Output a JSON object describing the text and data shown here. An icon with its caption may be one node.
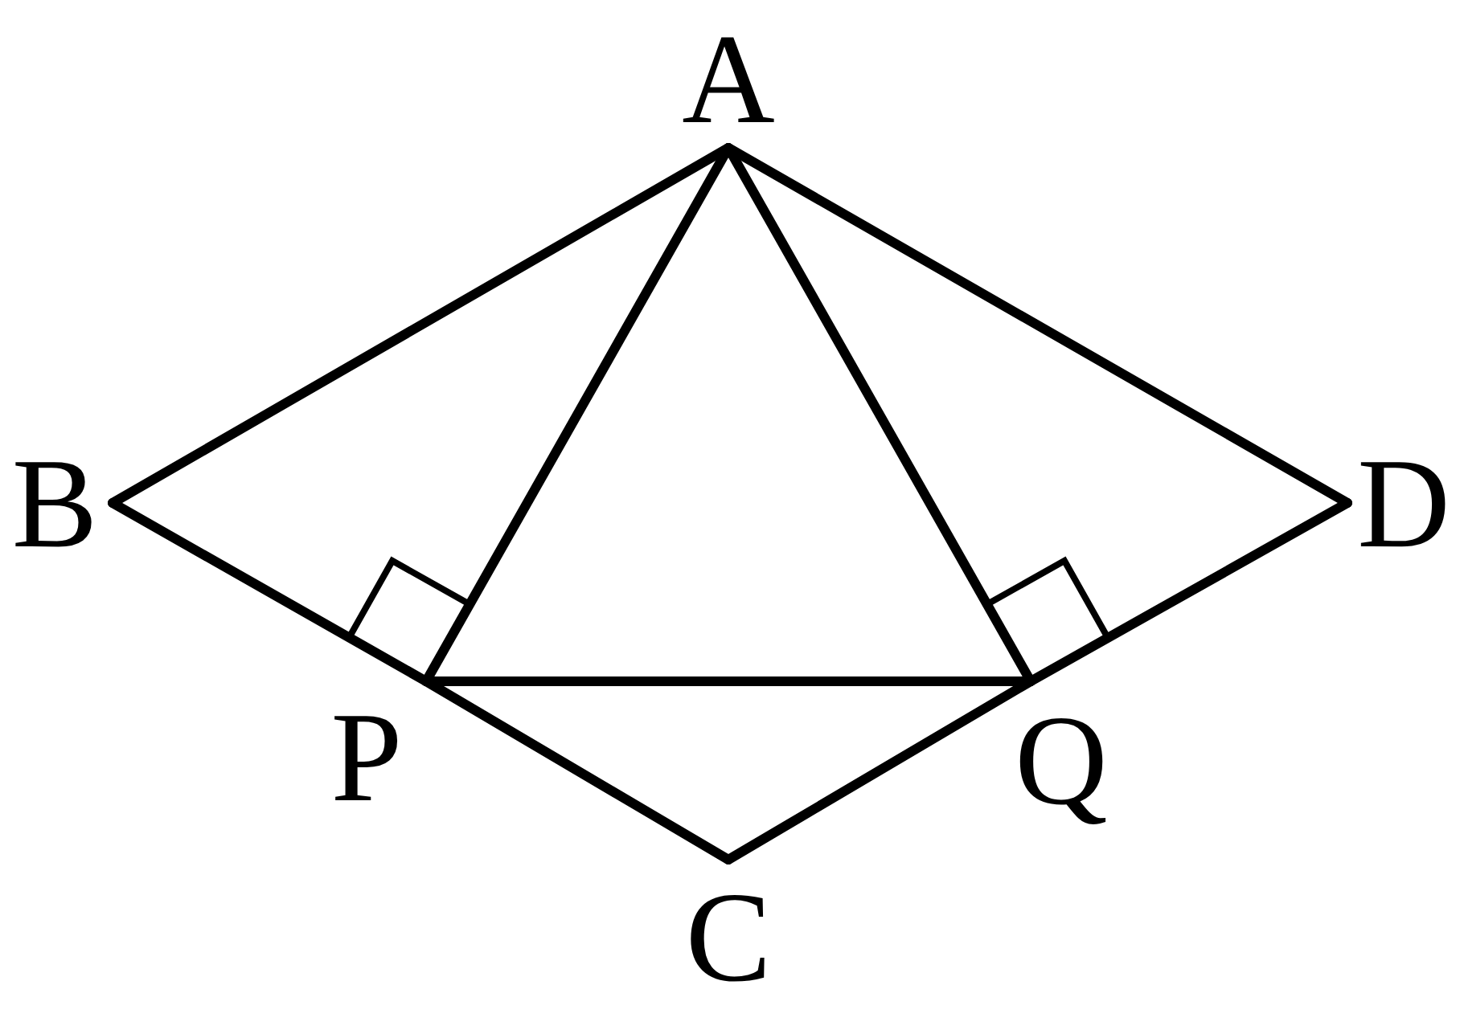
{
  "diagram": {
    "nodes": [
      {
        "text": [
          "A"
        ]
      },
      {
        "text": [
          "B"
        ]
      },
      {
        "text": [
          "D"
        ]
      },
      {
        "text": [
          "P"
        ]
      },
      {
        "text": [
          "Q"
        ]
      },
      {
        "text": [
          "C"
        ]
      }
    ],
    "edges": [
      {
        "from": 0,
        "to": 1,
        "arrow": "none"
      },
      {
        "from": 1,
        "to": 3,
        "arrow": "none"
      },
      {
        "from": 3,
        "to": 5,
        "arrow": "none"
      },
      {
        "from": 5,
        "to": 4,
        "arrow": "none"
      },
      {
        "from": 4,
        "to": 2,
        "arrow": "none"
      },
      {
        "from": 2,
        "to": 0,
        "arrow": "none"
      },
      {
        "from": 0,
        "to": 3,
        "arrow": "none"
      },
      {
        "from": 0,
        "to": 4,
        "arrow": "none"
      },
      {
        "from": 3,
        "to": 4,
        "arrow": "none"
      }
    ]
  }
}
